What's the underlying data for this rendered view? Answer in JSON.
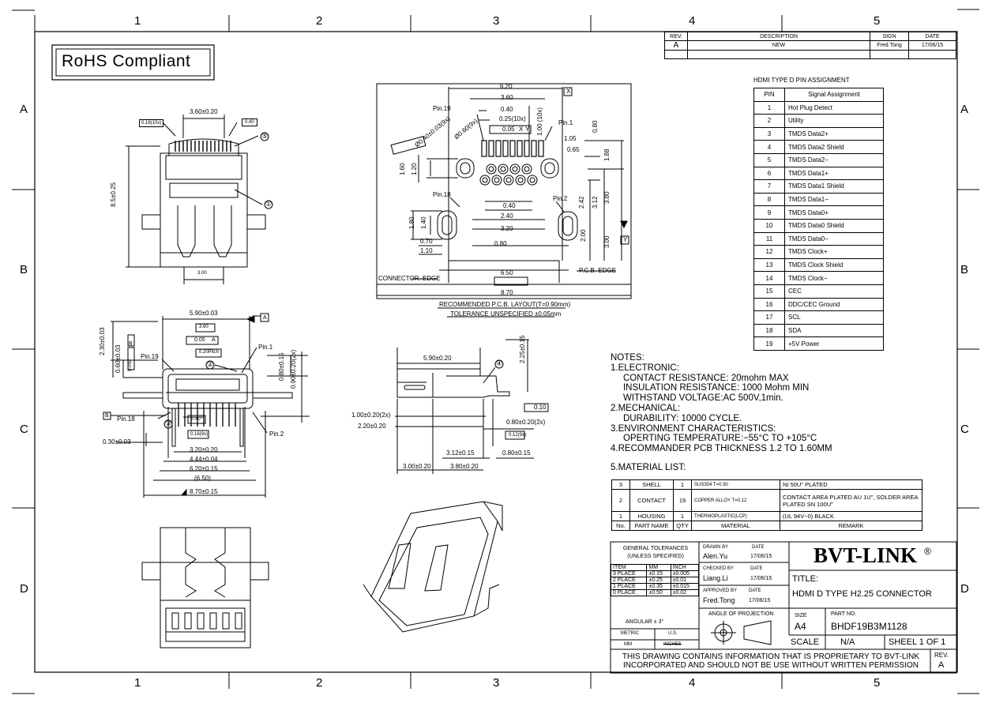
{
  "zones": {
    "top": [
      "1",
      "2",
      "3",
      "4",
      "5"
    ],
    "side": [
      "A",
      "B",
      "C",
      "D"
    ]
  },
  "rohs": "RoHS Compliant",
  "revision_table": {
    "headers": [
      "REV.",
      "DESCRIPTION",
      "SIGN",
      "DATE"
    ],
    "row": [
      "A",
      "NEW",
      "Fred.Tong",
      "17/06/15"
    ]
  },
  "pin_assignment": {
    "title": "HDMI TYPE D PIN ASSIGNMENT",
    "headers": [
      "PIN",
      "Signal Assignment"
    ],
    "rows": [
      [
        "1",
        "Hot Plug Detect"
      ],
      [
        "2",
        "Utility"
      ],
      [
        "3",
        "TMDS Data2+"
      ],
      [
        "4",
        "TMDS Data2 Shield"
      ],
      [
        "5",
        "TMDS Data2−"
      ],
      [
        "6",
        "TMDS Data1+"
      ],
      [
        "7",
        "TMDS Data1 Shield"
      ],
      [
        "8",
        "TMDS Data1−"
      ],
      [
        "9",
        "TMDS Data0+"
      ],
      [
        "10",
        "TMDS Data0 Shield"
      ],
      [
        "11",
        "TMDS Data0−"
      ],
      [
        "12",
        "TMDS Clock+"
      ],
      [
        "13",
        "TMDS Clock Shield"
      ],
      [
        "14",
        "TMDS Clock−"
      ],
      [
        "15",
        "CEC"
      ],
      [
        "16",
        "DDC/CEC Ground"
      ],
      [
        "17",
        "SCL"
      ],
      [
        "18",
        "SDA"
      ],
      [
        "19",
        "+5V Power"
      ]
    ]
  },
  "notes": {
    "heading": "NOTES:",
    "lines": [
      "1.ELECTRONIC:",
      "     CONTACT RESISTANCE: 20mohm MAX",
      "     INSULATION RESISTANCE: 1000 Mohm MIN",
      "     WITHSTAND VOLTAGE:AC 500V,1min.",
      "2.MECHANICAL:",
      "     DURABILITY: 10000 CYCLE.",
      "3.ENVIRONMENT CHARACTERISTICS:",
      "     OPERTING TEMPERATURE:−55°C TO +105°C",
      "4.RECOMMANDER PCB THICKNESS 1.2 TO 1.60MM"
    ],
    "material_heading": "5.MATERIAL LIST:"
  },
  "material_table": {
    "rows": [
      [
        "3",
        "SHELL",
        "1",
        "SUS304 T=0.30",
        "NI 50U\" PLATED"
      ],
      [
        "2",
        "CONTACT",
        "19",
        "COPPER ALLOY T=0.12",
        "CONTACT AREA PLATED AU 1U\", SOLDER AREA PLATED SN 100U\""
      ],
      [
        "1",
        "HOUSING",
        "1",
        "THERMOPLASTIC(LCP)",
        "(UL 94V−0) BLACK"
      ]
    ],
    "headers": [
      "No.",
      "PART NAME",
      "QTY",
      "MATERIAL",
      "REMARK"
    ]
  },
  "title_block": {
    "tolerance_title": "GENERAL TOLERANCES (UNLESS SPECIFIED)",
    "tol_headers": [
      "ITEM",
      "MM",
      "INCH"
    ],
    "tol_rows": [
      [
        "3 PLACE",
        "±0.15",
        "±0.005"
      ],
      [
        "2 PLACE",
        "±0.25",
        "±0.01"
      ],
      [
        "1 PLACE",
        "±0.35",
        "±0.015"
      ],
      [
        "0 PLACE",
        "±0.50",
        "±0.02"
      ]
    ],
    "angular": "ANGULAR ± 3°",
    "metric": "METRIC",
    "us": "U.S.",
    "mm": "MM",
    "inches": "INCHES",
    "drawn_by_label": "DRAWN BY",
    "drawn_by": "Alen.Yu",
    "drawn_date": "17/06/15",
    "checked_by_label": "CHECKED BY",
    "checked_by": "Liang.Li",
    "checked_date": "17/06/15",
    "approved_by_label": "APPROVED BY",
    "approved_by": "Fred.Tong",
    "approved_date": "17/06/15",
    "date_label": "DATE",
    "projection": "ANGLE OF PROJECTION",
    "company": "BVT-LINK",
    "reg": "®",
    "title_label": "TITLE:",
    "title": "HDMI D TYPE H2.25 CONNECTOR",
    "size_label": "SIZE",
    "size": "A4",
    "part_no_label": "PART NO.",
    "part_no": "BHDF19B3M1128",
    "scale_label": "SCALE",
    "scale": "N/A",
    "sheet": "SHEEL 1 OF 1",
    "proprietary": "THIS DRAWING CONTAINS INFORMATION THAT IS PROPRIETARY TO BVT-LINK INCORPORATED AND SHOULD NOT BE USE WITHOUT WRITTEN PERMISSION",
    "rev_label": "REV.",
    "rev": "A"
  },
  "front_view": {
    "dims": [
      "3.60±0.20",
      "0.16(10x)",
      "0.40",
      "8.5±0.25",
      "3.00"
    ],
    "callouts": [
      "⑤",
      "①"
    ]
  },
  "pcb_layout": {
    "dims": [
      "6.20",
      "3.60",
      "0.40",
      "0.25(10x)",
      "0.05",
      "X",
      "Y",
      "1.00 (10x)",
      "Ø0.60(9x)",
      "Ø0.40±0.03(9x)",
      "0.80",
      "1.05",
      "0.65",
      "1.88",
      "1.60",
      "1.20",
      "0.40",
      "2.40",
      "3.20",
      "2.42",
      "3.12",
      "3.80",
      "1.40",
      "1.80",
      "0.70",
      "1.10",
      "0.80",
      "2.00",
      "3.00",
      "6.50",
      "8.70"
    ],
    "labels": [
      "Pin.19",
      "Pin.1",
      "Pin.18",
      "Pin.2",
      "CONNECTOR. EDGE",
      "P.C.B. EDGE",
      "RECOMMENDED P.C.B. LAYOUT(T=0.90mm)",
      "TOLERANCE UNSPECIFIED ±0.05mm"
    ]
  },
  "top_view": {
    "dims": [
      "5.90±0.03",
      "3.60",
      "0.05",
      "A",
      "0.20Pitch",
      "2.30±0.03",
      "0.60±0.03",
      "0.050",
      "B",
      "0.80±0.15",
      "0.90±0.20(2x)",
      "0.40",
      "0.16(9x)",
      "3.20±0.20",
      "4.44±0.04",
      "6.20±0.15",
      "(6.50)",
      "8.70±0.15",
      "0.30±0.03"
    ],
    "labels": [
      "Pin.19",
      "Pin.1",
      "Pin.18",
      "Pin.2",
      "②",
      "③"
    ]
  },
  "side_view": {
    "dims": [
      "5.90±0.20",
      "2.25±0.15",
      "1.00±0.20(2x)",
      "2.20±0.20",
      "0.10",
      "0.80±0.20(2x)",
      "0.12(9x)",
      "3.12±0.15",
      "0.80±0.15",
      "3.00±0.20",
      "3.80±0.20"
    ],
    "callout": "④"
  }
}
